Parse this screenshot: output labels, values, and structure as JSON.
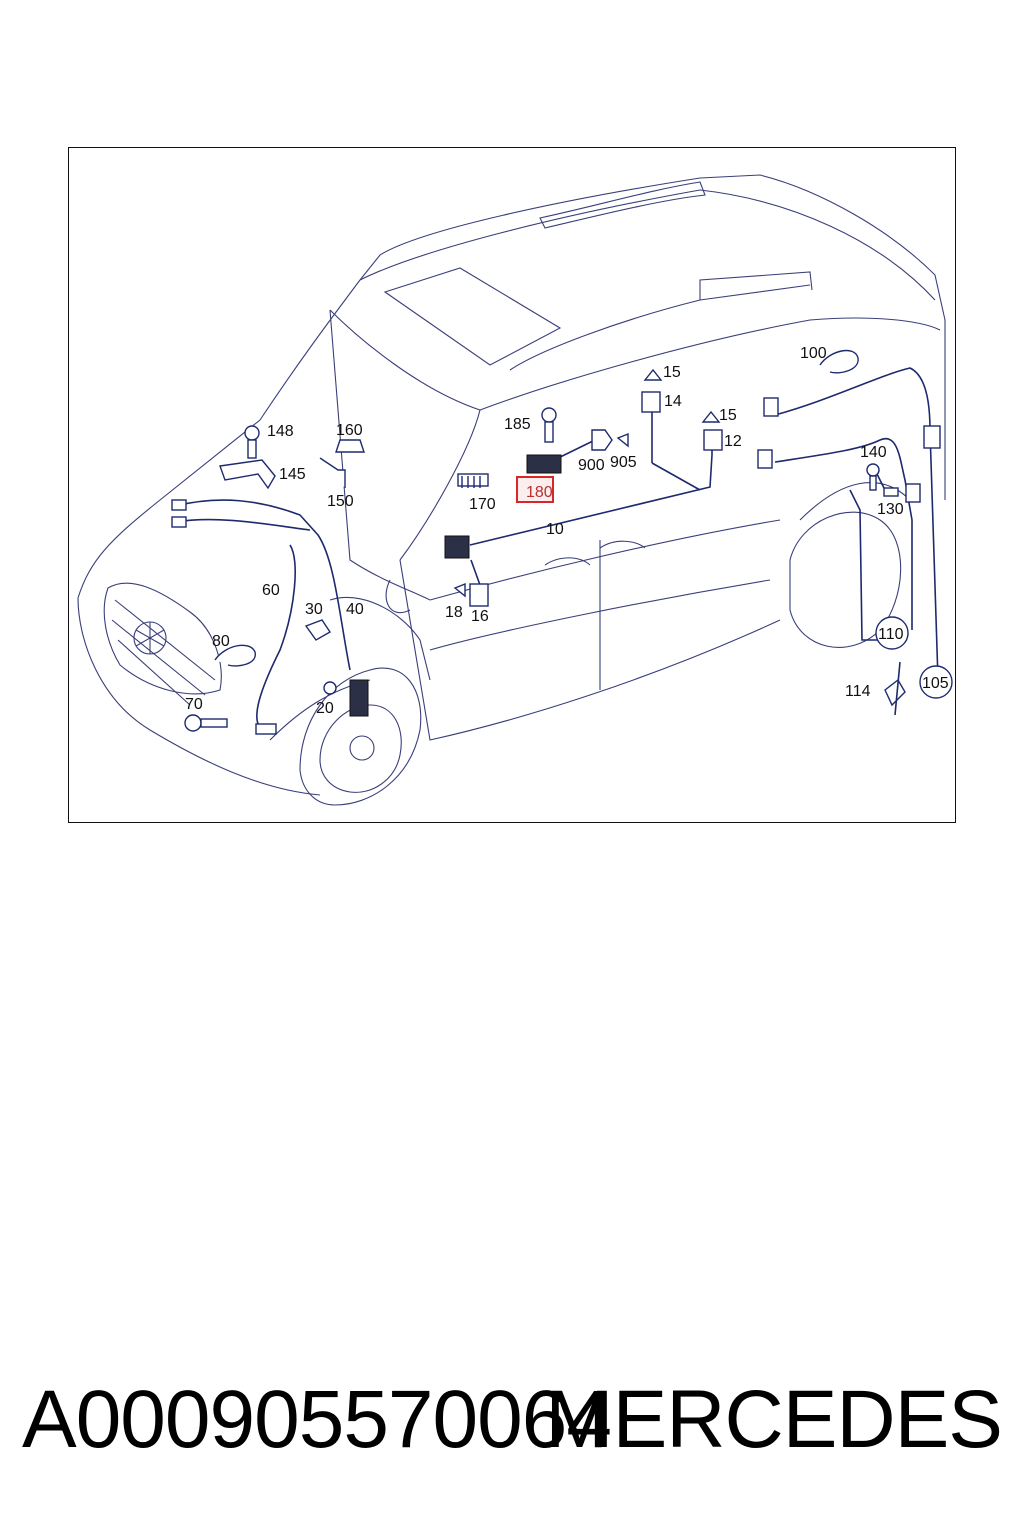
{
  "callouts": {
    "c100": "100",
    "c15a": "15",
    "c14": "14",
    "c15b": "15",
    "c12": "12",
    "c185": "185",
    "c900": "900",
    "c905": "905",
    "c180": "180",
    "c170": "170",
    "c10": "10",
    "c148": "148",
    "c160": "160",
    "c145": "145",
    "c150": "150",
    "c140": "140",
    "c130": "130",
    "c60": "60",
    "c30": "30",
    "c40": "40",
    "c18": "18",
    "c16": "16",
    "c80": "80",
    "c70": "70",
    "c20": "20",
    "c110": "110",
    "c114": "114",
    "c105": "105"
  },
  "highlighted_part": "180",
  "highlight_color": "#d62828",
  "footer": {
    "part_number": "A000905570064",
    "brand": "MERCEDES"
  }
}
